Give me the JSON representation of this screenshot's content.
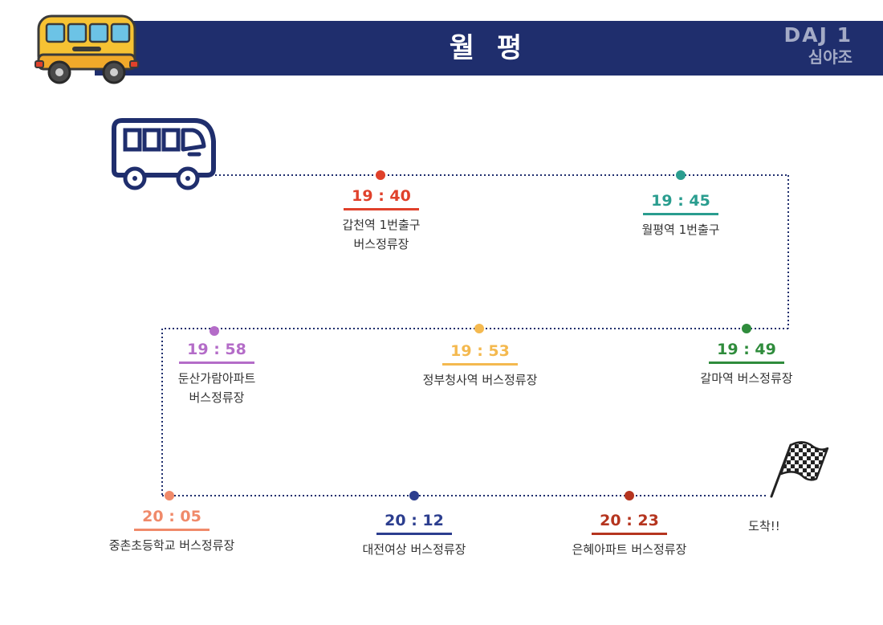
{
  "header": {
    "title": "월 평",
    "badge_line1": "DAJ 1",
    "badge_line2": "심야조",
    "bar_color": "#1f2e6d"
  },
  "colors": {
    "route_line": "#1f2e6d",
    "school_bus_body": "#f6c233",
    "bus_outline": "#1f2e6d"
  },
  "stops": [
    {
      "time": "19 : 40",
      "name_line1": "갑천역 1번출구",
      "name_line2": "버스정류장",
      "color": "#e0412b"
    },
    {
      "time": "19 : 45",
      "name_line1": "월평역 1번출구",
      "name_line2": "",
      "color": "#2a9d8f"
    },
    {
      "time": "19 : 49",
      "name_line1": "갈마역 버스정류장",
      "name_line2": "",
      "color": "#2f8c3c"
    },
    {
      "time": "19 : 53",
      "name_line1": "정부청사역 버스정류장",
      "name_line2": "",
      "color": "#f4b94f"
    },
    {
      "time": "19 : 58",
      "name_line1": "둔산가람아파트",
      "name_line2": "버스정류장",
      "color": "#b46cc8"
    },
    {
      "time": "20 : 05",
      "name_line1": "중촌초등학교 버스정류장",
      "name_line2": "",
      "color": "#f08a6a"
    },
    {
      "time": "20 : 12",
      "name_line1": "대전여상 버스정류장",
      "name_line2": "",
      "color": "#2c3e8f"
    },
    {
      "time": "20 : 23",
      "name_line1": "은혜아파트 버스정류장",
      "name_line2": "",
      "color": "#b5351f"
    }
  ],
  "arrival": {
    "label": "도착!!"
  },
  "icons": [
    "school-bus-icon",
    "bus-outline-icon",
    "finish-flag-icon"
  ]
}
